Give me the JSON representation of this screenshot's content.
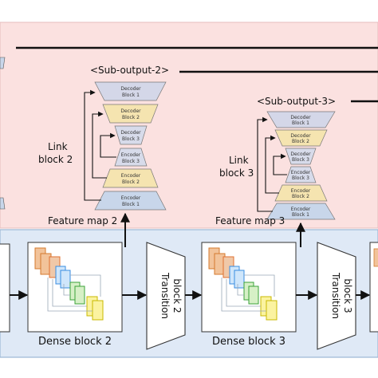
{
  "subnet2": {
    "sub_output": "<Sub-output-2>",
    "link_block": [
      "Link",
      "block 2"
    ],
    "feature_map": "Feature map 2",
    "blocks": [
      [
        "Decoder",
        "Block 1"
      ],
      [
        "Decoder",
        "Block 2"
      ],
      [
        "Decoder",
        "Block 3"
      ],
      [
        "Encoder",
        "Block 3"
      ],
      [
        "Encoder",
        "Block 2"
      ],
      [
        "Encoder",
        "Block 1"
      ]
    ]
  },
  "subnet3": {
    "sub_output": "<Sub-output-3>",
    "link_block": [
      "Link",
      "block 3"
    ],
    "feature_map": "Feature map 3",
    "blocks": [
      [
        "Decoder",
        "Block 1"
      ],
      [
        "Decoder",
        "Block 2"
      ],
      [
        "Decoder",
        "Block 3"
      ],
      [
        "Encoder",
        "Block 3"
      ],
      [
        "Encoder",
        "Block 2"
      ],
      [
        "Encoder",
        "Block 1"
      ]
    ]
  },
  "dense_blocks": [
    "Dense block 2",
    "Dense block 3"
  ],
  "transition_blocks": [
    [
      "Transition",
      "block 2"
    ],
    [
      "Transition",
      "block 3"
    ]
  ],
  "colors": {
    "top_panel": "#fbe1e0",
    "bottom_panel": "#dfe9f6",
    "panel_border": "#9cb7d4",
    "decoder_top": "#d4d7e8",
    "decoder_mid": "#f5e4b0",
    "decoder_low": "#d7dbea",
    "encoder_low": "#d7dbea",
    "encoder_mid": "#f5e4b0",
    "encoder_base": "#c8d6ea"
  }
}
